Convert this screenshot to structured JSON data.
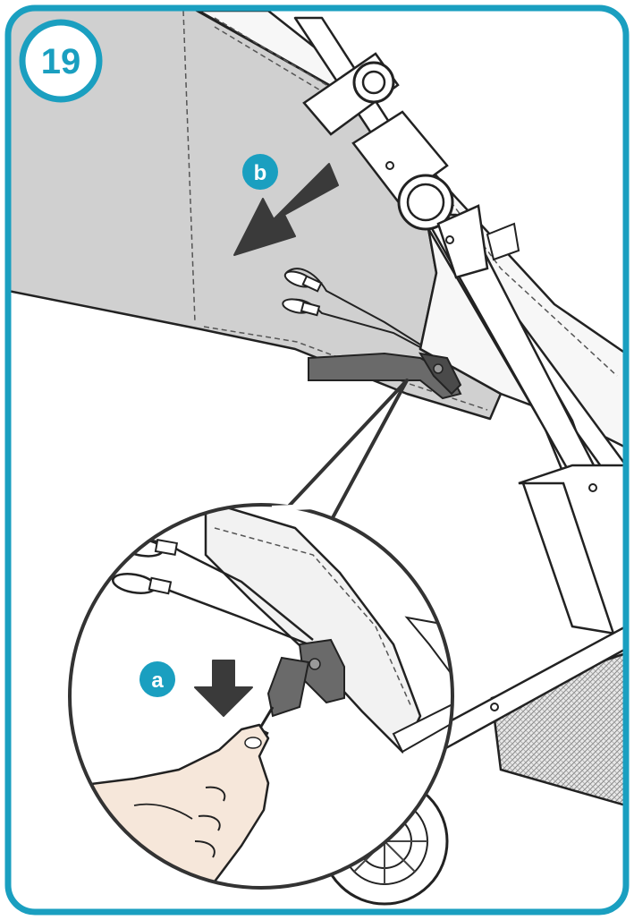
{
  "step": {
    "number": "19"
  },
  "callouts": {
    "a": {
      "label": "a"
    },
    "b": {
      "label": "b"
    }
  },
  "colors": {
    "accent": "#1a9fc0",
    "frame": "#1a9fc0",
    "fabric": "#d0d0d0",
    "line": "#222222",
    "arrow": "#3a3a3a",
    "skin": "#f6e7da",
    "mesh": "#bfbfbf"
  },
  "icons": {
    "arrow_b": "arrow-down-left-icon",
    "arrow_a": "arrow-down-icon"
  }
}
